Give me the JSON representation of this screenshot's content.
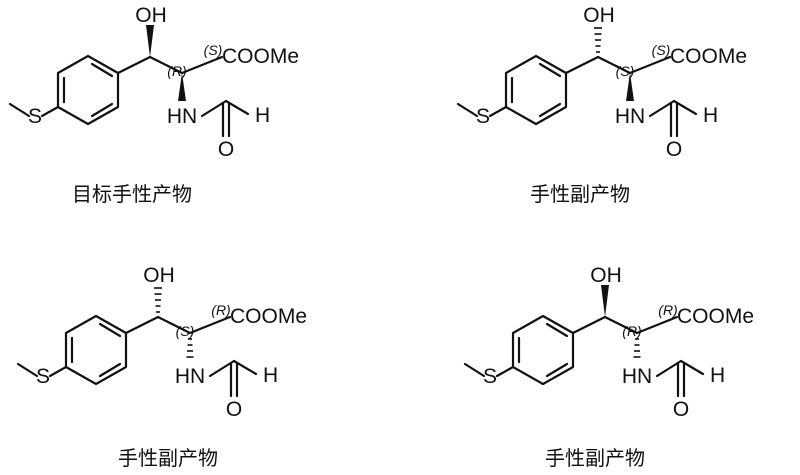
{
  "molecules": [
    {
      "caption": "目标手性产物",
      "oh": "OH",
      "ester": "COOMe",
      "nh": "HN",
      "h": "H",
      "o": "O",
      "s": "S",
      "descriptor1": "(R)",
      "descriptor2": "(S)",
      "oh_bond": "wedge",
      "nh_bond": "wedge"
    },
    {
      "caption": "手性副产物",
      "oh": "OH",
      "ester": "COOMe",
      "nh": "HN",
      "h": "H",
      "o": "O",
      "s": "S",
      "descriptor1": "(S)",
      "descriptor2": "(S)",
      "oh_bond": "hash",
      "nh_bond": "wedge"
    },
    {
      "caption": "手性副产物",
      "oh": "OH",
      "ester": "COOMe",
      "nh": "HN",
      "h": "H",
      "o": "O",
      "s": "S",
      "descriptor1": "(S)",
      "descriptor2": "(R)",
      "oh_bond": "hash",
      "nh_bond": "hash"
    },
    {
      "caption": "手性副产物",
      "oh": "OH",
      "ester": "COOMe",
      "nh": "HN",
      "h": "H",
      "o": "O",
      "s": "S",
      "descriptor1": "(R)",
      "descriptor2": "(R)",
      "oh_bond": "wedge",
      "nh_bond": "hash"
    }
  ]
}
